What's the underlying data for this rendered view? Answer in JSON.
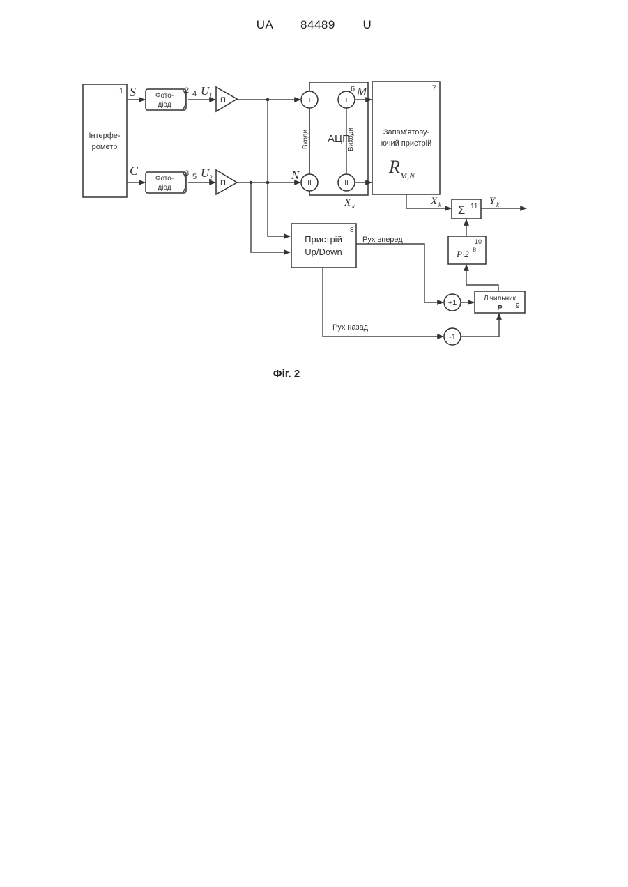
{
  "header": {
    "text": "UA   84489   U"
  },
  "caption": {
    "text": "Фіг. 2"
  },
  "blocks": {
    "interferometer": {
      "num": "1",
      "line1": "Інтерфе-",
      "line2": "рометр"
    },
    "photodiode_top": {
      "num": "2",
      "line1": "Фото-",
      "line2": "діод"
    },
    "photodiode_bottom": {
      "num": "3",
      "line1": "Фото-",
      "line2": "діод"
    },
    "amp_top": {
      "label": "П"
    },
    "amp_bottom": {
      "label": "П"
    },
    "adc": {
      "num": "6",
      "label": "АЦП",
      "inputs_label": "Входи",
      "outputs_label": "Виходи",
      "in1": "I",
      "in2": "II",
      "out1": "I",
      "out2": "II"
    },
    "memory": {
      "num": "7",
      "line1": "Запам'ятову-",
      "line2": "ючий пристрій",
      "symbol": "R",
      "symbol_sub": "M,N"
    },
    "updown": {
      "num": "8",
      "line1": "Пристрій",
      "line2": "Up/Down"
    },
    "counter": {
      "num": "9",
      "line1": "Лічильник",
      "line2": "P"
    },
    "scaler": {
      "num": "10",
      "text": "P·2",
      "sup": "B"
    },
    "summator": {
      "num": "11",
      "symbol": "Σ"
    },
    "plus_one": {
      "label": "+1"
    },
    "minus_one": {
      "label": "-1"
    }
  },
  "signals": {
    "s": "S",
    "c": "C",
    "u1": "U",
    "u1_sub": "1",
    "u2": "U",
    "u2_sub": "2",
    "n4": "4",
    "n5": "5",
    "m": "M",
    "n": "N",
    "xk_adc": "X",
    "xk_adc_sub": "k",
    "xk_out": "X",
    "xk_out_sub": "k",
    "yk": "Y",
    "yk_sub": "k",
    "forward": "Рух вперед",
    "backward": "Рух назад"
  }
}
